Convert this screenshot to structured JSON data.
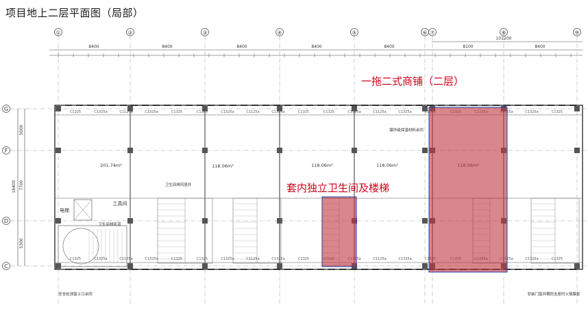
{
  "page": {
    "title": "项目地上二层平面图（局部）"
  },
  "axes": {
    "columns": [
      "①",
      "②",
      "③",
      "④",
      "⑤",
      "⑥",
      "⑦",
      "⑧",
      "⑨"
    ],
    "rows": [
      "G",
      "F",
      "D",
      "C"
    ]
  },
  "dimensions": {
    "bay_widths": [
      "8400",
      "8400",
      "8400",
      "8400",
      "8400",
      "8100",
      "8400"
    ],
    "total_width": "101200",
    "row_heights": [
      "5000",
      "7700",
      "5300"
    ],
    "total_depth": "18400"
  },
  "rooms": {
    "area_1": "201.74m²",
    "area_2": "118.06m²",
    "area_3": "118.06m²",
    "area_4": "118.06m²",
    "area_5": "118.06m²",
    "tool_room": "工具间",
    "elevator": "电梯",
    "shaft_note": "卫生间排风道",
    "stair_note": "卫生间排风竖井",
    "insulation_note": "爆炸级保温材料余同"
  },
  "window_labels": [
    "C1325",
    "C1325a",
    "C1125a",
    "C1325a",
    "C1325"
  ],
  "annotations": {
    "shop_label": "一拖二式商铺（二层）",
    "bath_label": "套内独立卫生间及楼梯",
    "bottom_note": "安全检测窗上口余同",
    "right_note": "安装门窗并横担支座时火钢膜复"
  },
  "colors": {
    "highlight_fill": "#c0353f",
    "highlight_stroke": "#1f3fa8",
    "callout_text": "#d0021b",
    "line_color": "#555555"
  }
}
